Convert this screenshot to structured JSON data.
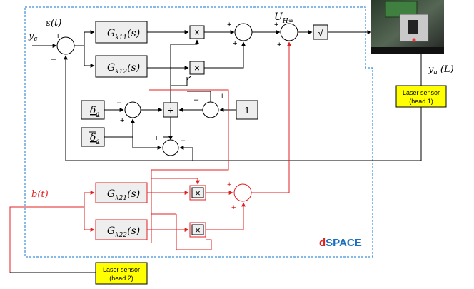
{
  "signals": {
    "epsilon": "ε(t)",
    "yc": "y",
    "yc_sub": "c",
    "b": "b(t)",
    "uh": "U",
    "uh_sub": "H∞",
    "ya": "y",
    "ya_sub": "a",
    "ya_arg": " (L)"
  },
  "blocks": {
    "gk11": {
      "main": "G",
      "sub": "k11",
      "arg": "(s)"
    },
    "gk12": {
      "main": "G",
      "sub": "k12",
      "arg": "(s)"
    },
    "gk21": {
      "main": "G",
      "sub": "k21",
      "arg": "(s)"
    },
    "gk22": {
      "main": "G",
      "sub": "k22",
      "arg": "(s)"
    },
    "delta_a": {
      "main": "δ",
      "sub": "a"
    },
    "delta_a_bar": {
      "main": "δ",
      "sub": "a"
    },
    "one": "1",
    "sqrt": "√",
    "mult": "×",
    "div": "÷"
  },
  "sensors": {
    "head1_line1": "Laser sensor",
    "head1_line2": "(head 1)",
    "head2_line1": "Laser sensor",
    "head2_line2": "(head 2)"
  },
  "brand": {
    "d": "d",
    "rest": "SPACE"
  },
  "signs": {
    "plus": "+",
    "minus": "–"
  },
  "colors": {
    "red": "#e02020",
    "dspace_blue": "#1a6fc0",
    "dspace_red": "#e02020",
    "frame_blue": "#3b8fd9",
    "sensor_fill": "#ffff00",
    "block_fill": "#eeeeee"
  }
}
